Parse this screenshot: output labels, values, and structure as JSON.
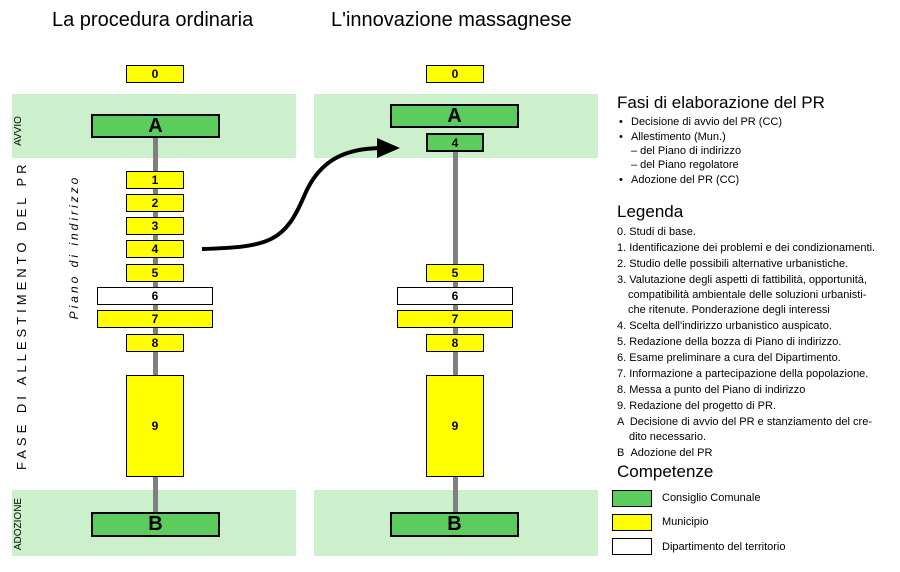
{
  "titles": {
    "left": "La procedura ordinaria",
    "right": "L'innovazione massagnese"
  },
  "side_labels": {
    "avvio": "AVVIO",
    "fase": "FASE DI ALLESTIMENTO DEL PR",
    "piano": "Piano di indirizzo",
    "adozione": "ADOZIONE"
  },
  "left_column": {
    "step0": "0",
    "stepA": "A",
    "step1": "1",
    "step2": "2",
    "step3": "3",
    "step4": "4",
    "step5": "5",
    "step6": "6",
    "step7": "7",
    "step8": "8",
    "step9": "9",
    "stepB": "B"
  },
  "right_column": {
    "step0": "0",
    "stepA": "A",
    "step4": "4",
    "step5": "5",
    "step6": "6",
    "step7": "7",
    "step8": "8",
    "step9": "9",
    "stepB": "B"
  },
  "fasi": {
    "title": "Fasi di elaborazione del PR",
    "items": [
      "Decisione di avvio del PR (CC)",
      "Allestimento (Mun.)",
      "– del Piano di indirizzo",
      "– del Piano regolatore",
      "Adozione del PR (CC)"
    ]
  },
  "legenda": {
    "title": "Legenda",
    "items": [
      {
        "key": "0.",
        "text": "Studi di base."
      },
      {
        "key": "1.",
        "text": "Identificazione dei problemi e dei condizionamenti."
      },
      {
        "key": "2.",
        "text": "Studio delle possibili alternative urbanistiche."
      },
      {
        "key": "3.",
        "text": "Valutazione degli aspetti di fattibilità, opportunità,"
      },
      {
        "key": "",
        "text": "compatibilità ambientale delle soluzioni urbanisti-"
      },
      {
        "key": "",
        "text": "che ritenute. Ponderazione degli interessi"
      },
      {
        "key": "4.",
        "text": "Scelta dell'indirizzo urbanistico auspicato."
      },
      {
        "key": "5.",
        "text": "Redazione della bozza di Piano di indirizzo."
      },
      {
        "key": "6.",
        "text": "Esame preliminare a cura del Dipartimento."
      },
      {
        "key": "7.",
        "text": "Informazione a partecipazione della popolazione."
      },
      {
        "key": "8.",
        "text": "Messa a punto del Piano di indirizzo"
      },
      {
        "key": "9.",
        "text": "Redazione del progetto di PR."
      },
      {
        "key": "A",
        "text": "Decisione di avvio del PR e stanziamento del cre-"
      },
      {
        "key": "",
        "text": "dito necessario."
      },
      {
        "key": "B",
        "text": "Adozione del PR"
      }
    ]
  },
  "competenze": {
    "title": "Competenze",
    "items": [
      {
        "label": "Consiglio Comunale",
        "color": "#5ccc5c"
      },
      {
        "label": "Municipio",
        "color": "#ffff00"
      },
      {
        "label": "Dipartimento del territorio",
        "color": "#ffffff"
      }
    ]
  },
  "colors": {
    "band": "#ccf0cc",
    "consiglio": "#5ccc5c",
    "municipio": "#ffff00",
    "dipartimento": "#ffffff",
    "spine": "#808080"
  }
}
